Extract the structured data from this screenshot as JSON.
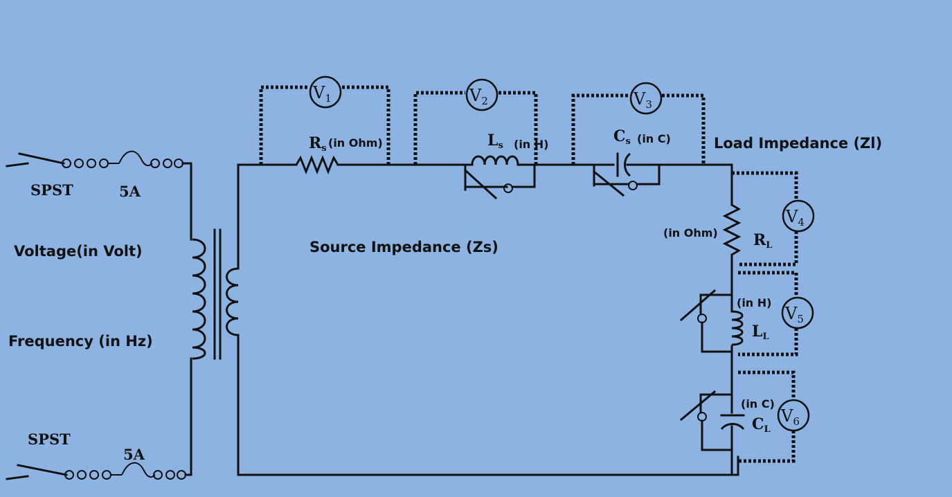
{
  "labels": {
    "spst_top": "SPST",
    "fuse_top": "5A",
    "spst_bottom": "SPST",
    "fuse_bottom": "5A",
    "voltage": "Voltage(in Volt)",
    "frequency": "Frequency (in Hz)",
    "source_impedance": "Source Impedance (Zs)",
    "load_impedance": "Load Impedance (Zl)"
  },
  "source": {
    "resistor": {
      "symbol": "R",
      "sub": "s",
      "unit": "(in Ohm)"
    },
    "inductor": {
      "symbol": "L",
      "sub": "s",
      "unit": "(in H)"
    },
    "capacitor": {
      "symbol": "C",
      "sub": "s",
      "unit": "(in C)"
    }
  },
  "load": {
    "resistor": {
      "symbol": "R",
      "sub": "L",
      "unit": "(in Ohm)"
    },
    "inductor": {
      "symbol": "L",
      "sub": "L",
      "unit": "(in H)"
    },
    "capacitor": {
      "symbol": "C",
      "sub": "L",
      "unit": "(in C)"
    }
  },
  "meters": [
    {
      "symbol": "V",
      "sub": "1"
    },
    {
      "symbol": "V",
      "sub": "2"
    },
    {
      "symbol": "V",
      "sub": "3"
    },
    {
      "symbol": "V",
      "sub": "4"
    },
    {
      "symbol": "V",
      "sub": "5"
    },
    {
      "symbol": "V",
      "sub": "6"
    }
  ]
}
